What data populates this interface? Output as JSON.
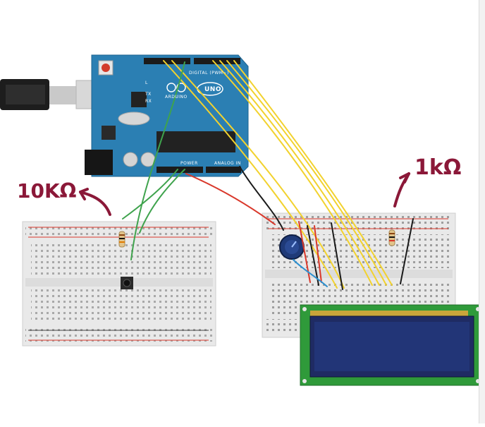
{
  "annotations": {
    "left_resistor": "10KΩ",
    "right_resistor": "1kΩ"
  },
  "arduino": {
    "model": "UNO",
    "brand": "ARDUINO",
    "digital_label": "DIGITAL (PWM~)",
    "power_label": "POWER",
    "analog_label": "ANALOG IN",
    "tx": "TX",
    "rx": "RX",
    "l": "L"
  },
  "colors": {
    "board": "#2b7fb3",
    "breadboard": "#e9e9e9",
    "wire_yellow": "#f2d22e",
    "wire_green": "#3fa34d",
    "wire_red": "#d9382b",
    "wire_black": "#1a1a1a",
    "wire_blue": "#2c8fcf",
    "lcd_pcb": "#2f9a3a",
    "lcd_screen": "#1f2b63",
    "annotation": "#8b1838"
  }
}
